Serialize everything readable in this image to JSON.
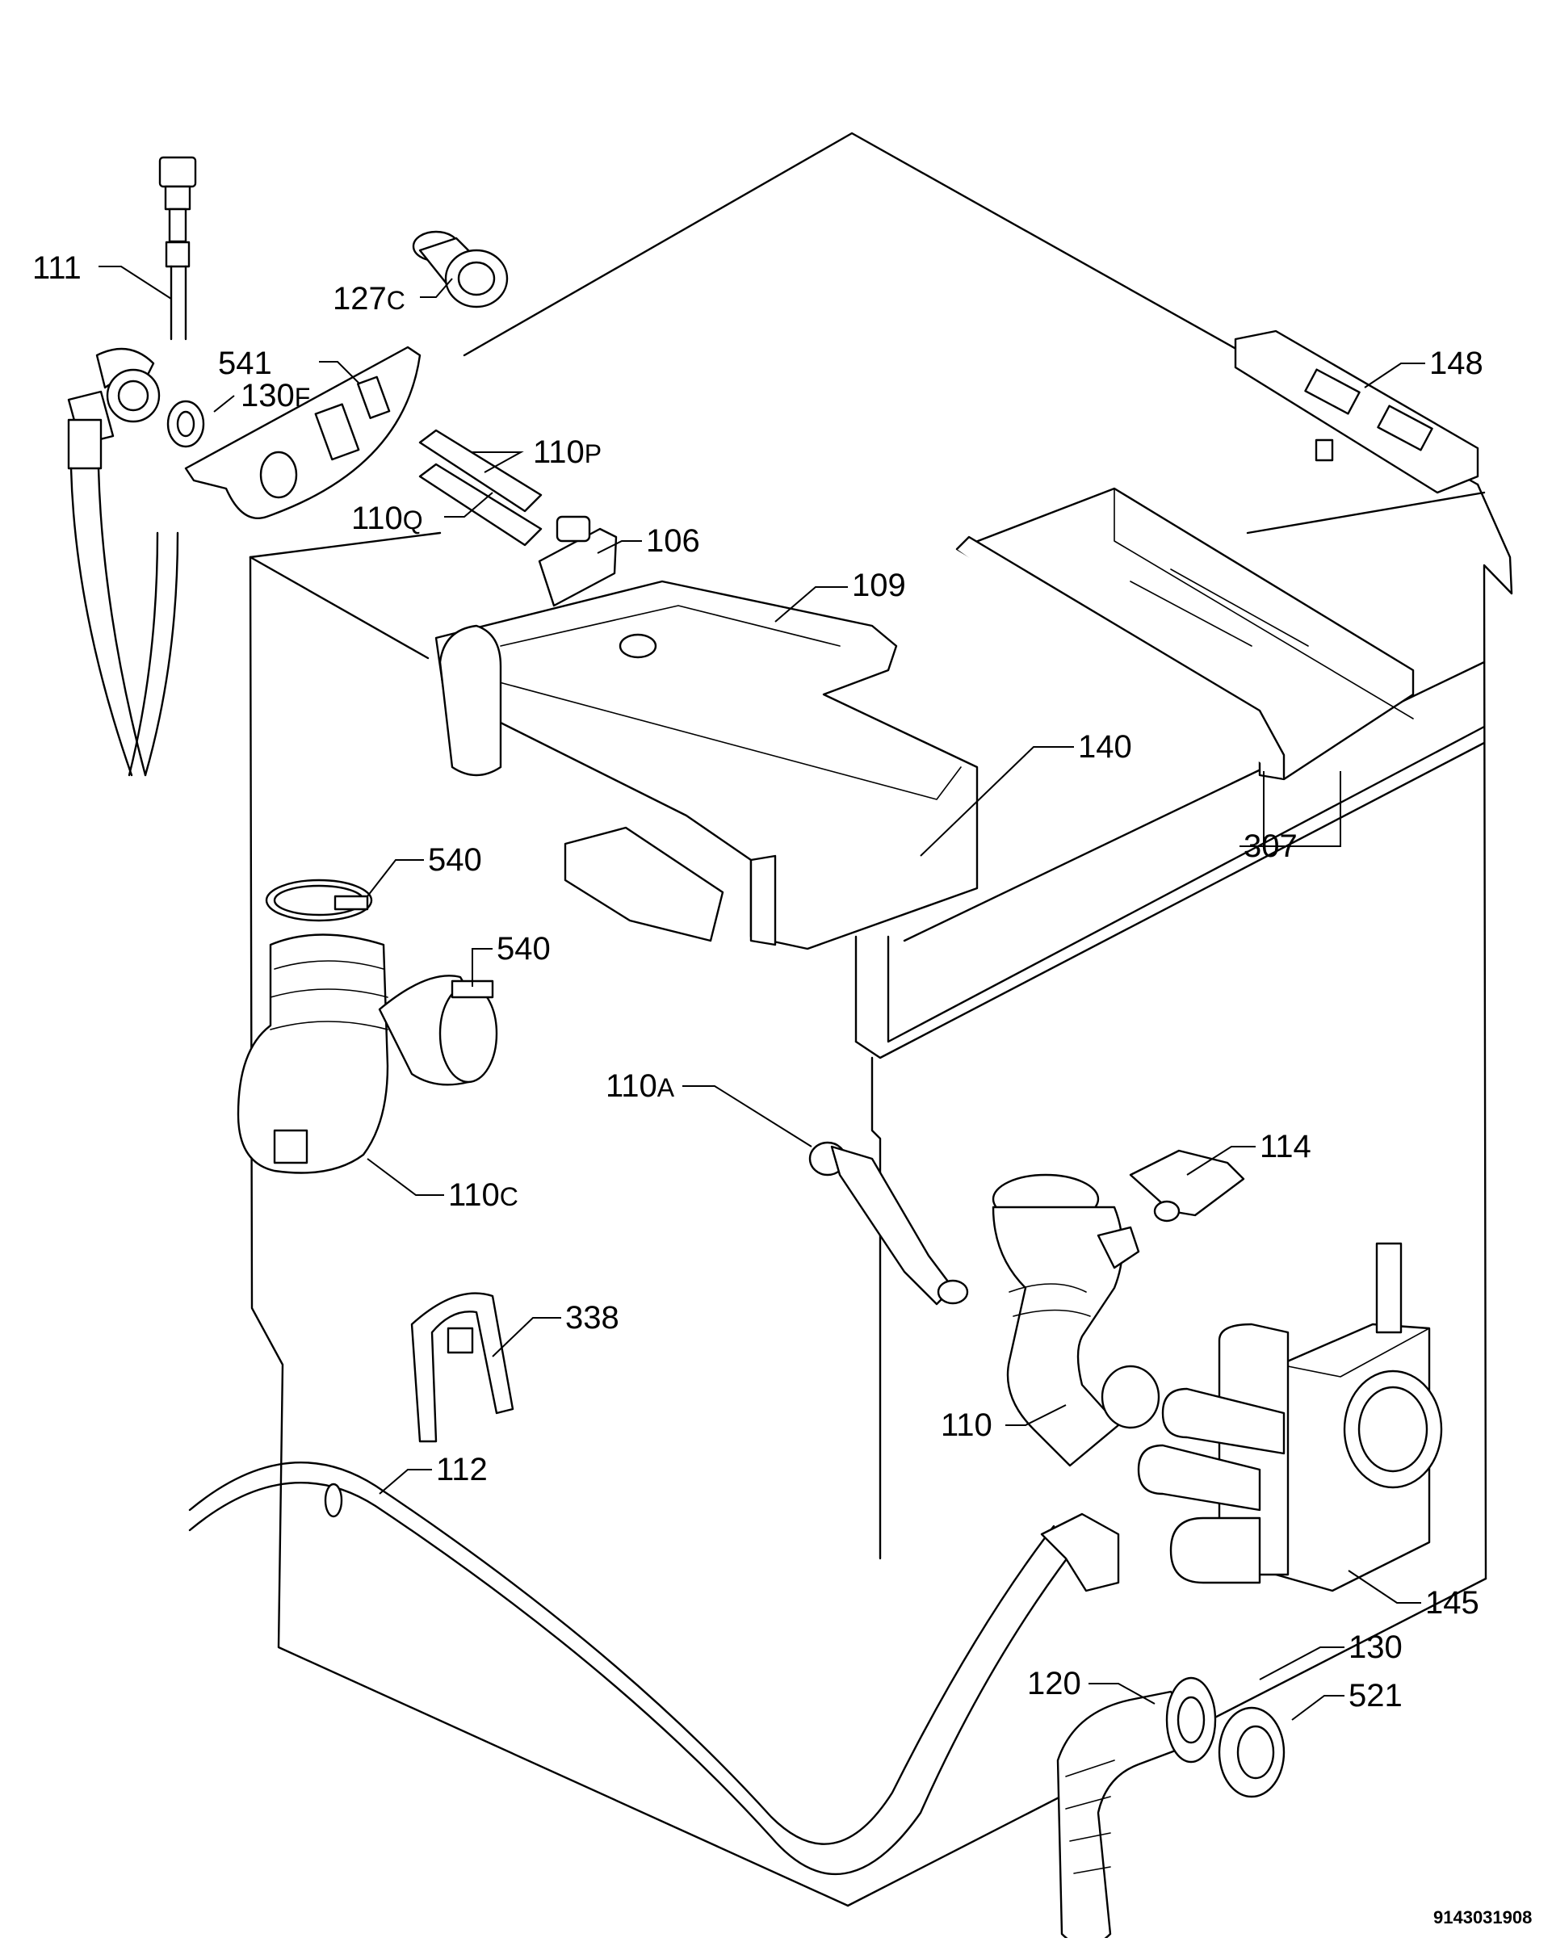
{
  "document_number": "9143031908",
  "labels": {
    "p111": "111",
    "p127c": {
      "num": "127",
      "suf": "C"
    },
    "p541": "541",
    "p130f": {
      "num": "130",
      "suf": "F"
    },
    "p110p": {
      "num": "110",
      "suf": "P"
    },
    "p110q": {
      "num": "110",
      "suf": "Q"
    },
    "p106": "106",
    "p109": "109",
    "p148": "148",
    "p140": "140",
    "p307": "307",
    "p540a": "540",
    "p540b": "540",
    "p110a": {
      "num": "110",
      "suf": "A"
    },
    "p114": "114",
    "p110c": {
      "num": "110",
      "suf": "C"
    },
    "p338": "338",
    "p110": "110",
    "p112": "112",
    "p145": "145",
    "p130": "130",
    "p120": "120",
    "p521": "521"
  }
}
